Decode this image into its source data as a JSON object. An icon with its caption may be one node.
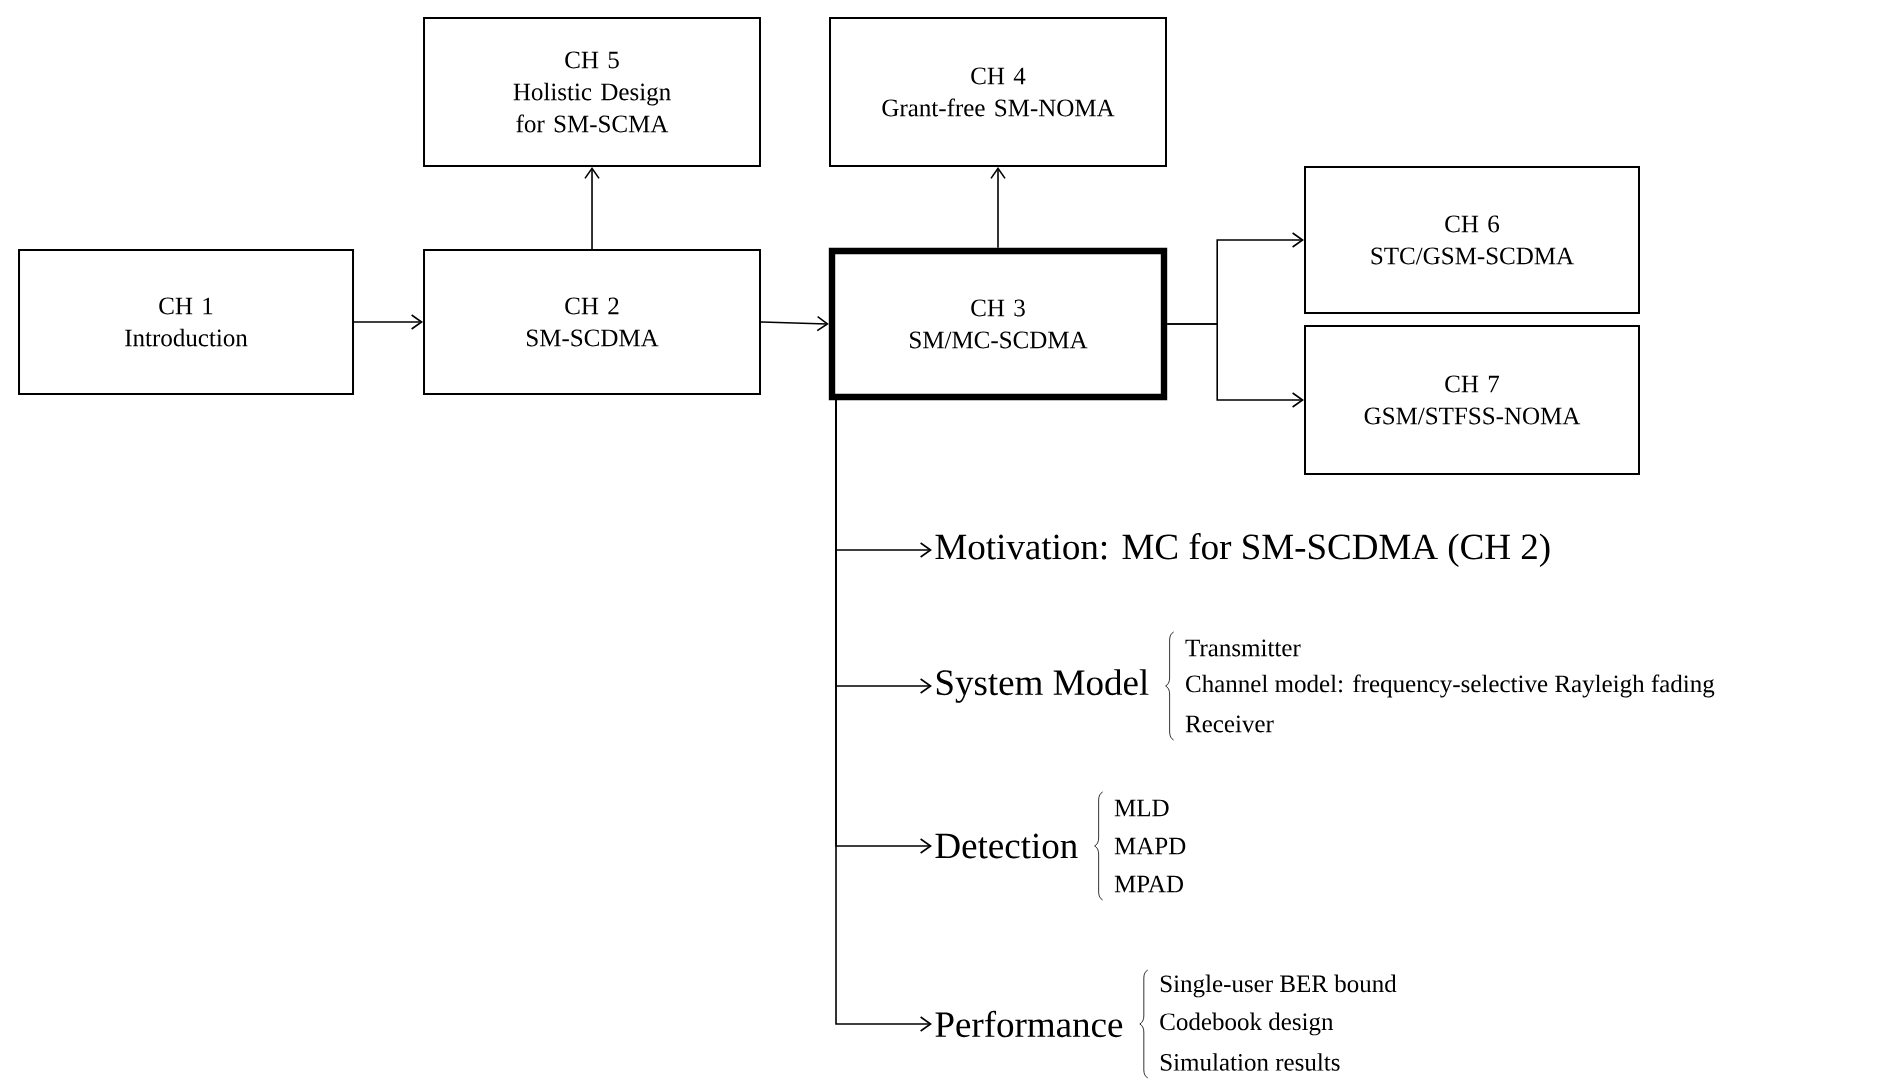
{
  "diagram": {
    "nodes": [
      {
        "text": [
          "CH 1",
          "Introduction"
        ]
      },
      {
        "text": [
          "CH 2",
          "SM-SCDMA"
        ]
      },
      {
        "text": [
          "CH 5",
          "Holistic Design for SM-SCMA"
        ]
      },
      {
        "text": [
          "CH 3",
          "SM/MC-SCDMA"
        ]
      },
      {
        "text": [
          "CH 4",
          "Grant-free SM-NOMA"
        ]
      },
      {
        "text": [
          "CH 6",
          "STC/GSM-SCDMA"
        ]
      },
      {
        "text": [
          "CH 7",
          "GSM/STFSS-NOMA"
        ]
      },
      {
        "text": [
          "Motivation: MC for SM-SCDMA (CH 2)"
        ]
      },
      {
        "text": [
          "System Model"
        ],
        "beside": [
          "Transmitter",
          "Channel model: frequency-selective Rayleigh fading",
          "Receiver"
        ]
      },
      {
        "text": [
          "Detection"
        ],
        "beside": [
          "MLD",
          "MAPD",
          "MPAD"
        ]
      },
      {
        "text": [
          "Performance"
        ],
        "beside": [
          "Single-user BER bound",
          "Codebook design",
          "Simulation results"
        ]
      }
    ],
    "edges": [
      {
        "from": 0,
        "to": 1,
        "arrow": "to"
      },
      {
        "from": 1,
        "to": 2,
        "arrow": "to"
      },
      {
        "from": 1,
        "to": 3,
        "arrow": "to"
      },
      {
        "from": 3,
        "to": 4,
        "arrow": "to"
      },
      {
        "from": 3,
        "to": 5,
        "arrow": "to"
      },
      {
        "from": 3,
        "to": 6,
        "arrow": "to"
      },
      {
        "from": 3,
        "to": 7,
        "arrow": "to"
      },
      {
        "from": 3,
        "to": 8,
        "arrow": "to"
      },
      {
        "from": 3,
        "to": 9,
        "arrow": "to"
      },
      {
        "from": 3,
        "to": 10,
        "arrow": "to"
      }
    ]
  }
}
